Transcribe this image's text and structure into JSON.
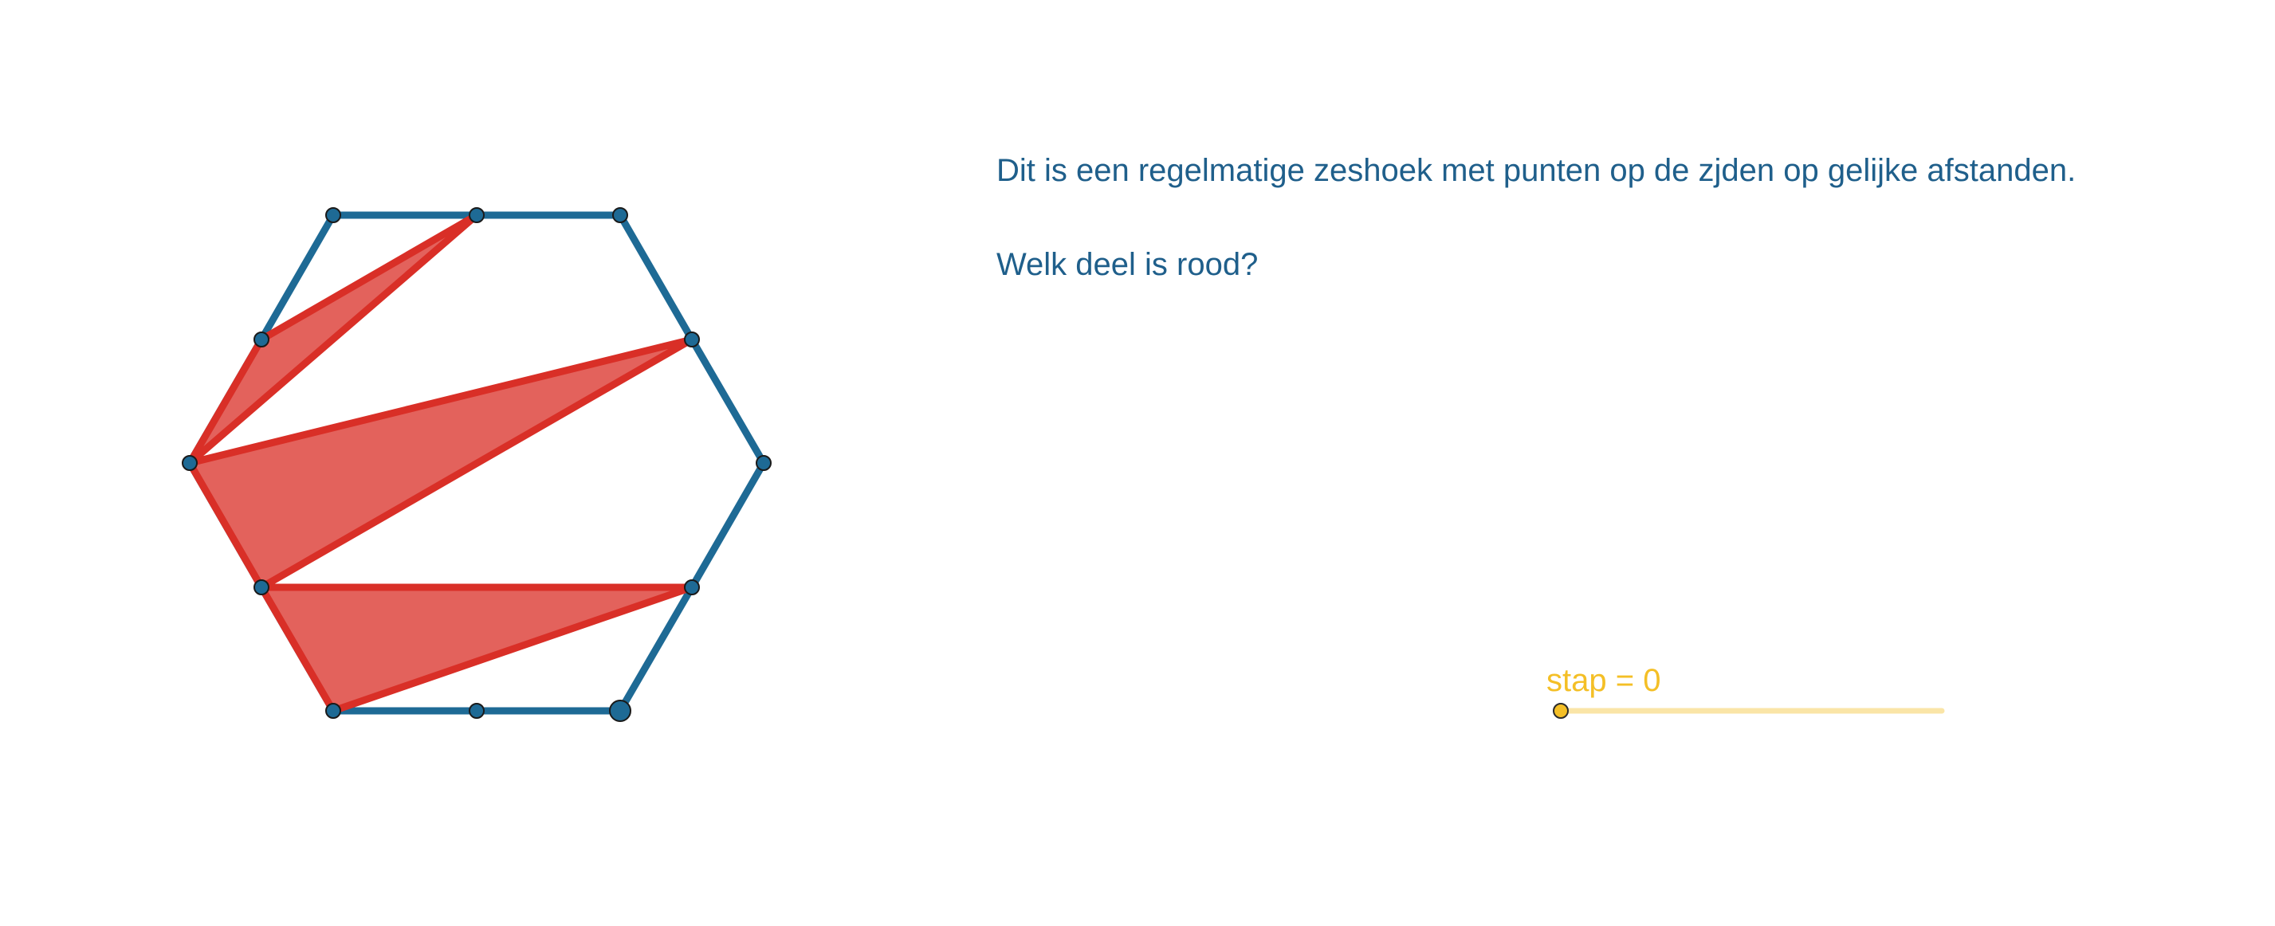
{
  "question": {
    "line1": "Dit is een regelmatige zeshoek met punten op de zjden op gelijke afstanden.",
    "line2": "Welk deel is rood?"
  },
  "slider": {
    "name": "stap",
    "value": 0,
    "label": "stap = 0",
    "min": 0
  },
  "colors": {
    "hexagon": "#1e6a95",
    "red_fill": "#e0514a",
    "red_stroke": "#d92f27",
    "point_fill": "#1e6a95",
    "slider": "#f4bf26",
    "text": "#1f5f8b"
  },
  "icons": {
    "points": "circle-marker",
    "slider_handle": "circle-handle"
  }
}
